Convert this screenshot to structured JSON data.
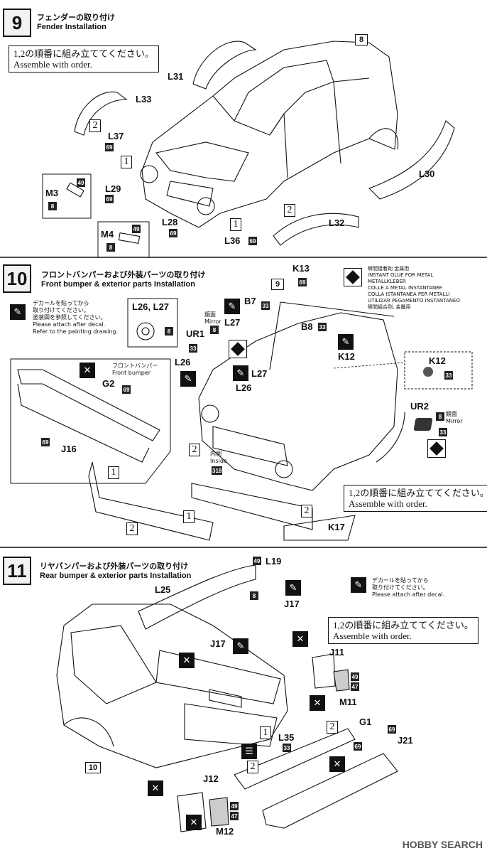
{
  "steps": [
    {
      "num": "9",
      "title_jp": "フェンダーの取り付け",
      "title_en": "Fender Installation"
    },
    {
      "num": "10",
      "title_jp": "フロントバンパーおよび外装パーツの取り付け",
      "title_en": "Front bumper & exterior parts Installation"
    },
    {
      "num": "11",
      "title_jp": "リヤバンパーおよび外装パーツの取り付け",
      "title_en": "Rear bumper & exterior parts Installation"
    }
  ],
  "order_note": {
    "jp": "1,2の順番に組み立ててください。",
    "en": "Assemble with order."
  },
  "decal_note": {
    "jp1": "デカールを貼ってから",
    "jp2": "取り付けてください。",
    "jp3": "塗装図を参照してください。",
    "en1": "Please attach after decal.",
    "en2": "Refer to the painting drawing."
  },
  "decal_note_short": {
    "jp1": "デカールを貼ってから",
    "jp2": "取り付けてください。",
    "en1": "Please attach after decal."
  },
  "glue_note": [
    "瞬間接着剤 金属用",
    "INSTANT GLUE FOR METAL",
    "METALLKLEBER",
    "COLLE A METAL INSTANTANEE",
    "COLLA ISTANTANEA PER METALLI",
    "UTILIZAR PEGAMENTO INSTANTANEO",
    "瞬間組合劑, 金屬用"
  ],
  "labels": {
    "L31": "L31",
    "L33": "L33",
    "L37": "L37",
    "L29": "L29",
    "M3": "M3",
    "M4": "M4",
    "L28": "L28",
    "L36": "L36",
    "L32": "L32",
    "L30": "L30",
    "K13": "K13",
    "B7": "B7",
    "B8": "B8",
    "L26_L27": "L26, L27",
    "L27a": "L27",
    "L27b": "L27",
    "UR1": "UR1",
    "L26a": "L26",
    "L26b": "L26",
    "K12a": "K12",
    "K12b": "K12",
    "G2": "G2",
    "J16": "J16",
    "UR2": "UR2",
    "K17": "K17",
    "L19": "L19",
    "L25": "L25",
    "J17a": "J17",
    "J17b": "J17",
    "J11": "J11",
    "M11": "M11",
    "G1": "G1",
    "J21": "J21",
    "L35": "L35",
    "J12": "J12",
    "M12": "M12"
  },
  "ref_boxes": {
    "step9": "8",
    "step10": "9",
    "step11": "10"
  },
  "order_marks": {
    "one": "1",
    "two": "2"
  },
  "paint_codes": {
    "c69": "69",
    "c8": "8",
    "c49": "49",
    "c33": "33",
    "c318": "318",
    "c47": "47"
  },
  "mirror_jp": "鏡面",
  "mirror_en": "Mirror",
  "front_bumper_jp": "フロントバンパー",
  "front_bumper_en": "Front bumper",
  "inside_jp": "内側",
  "inside_en": "Inside",
  "watermark": "HOBBY SEARCH"
}
